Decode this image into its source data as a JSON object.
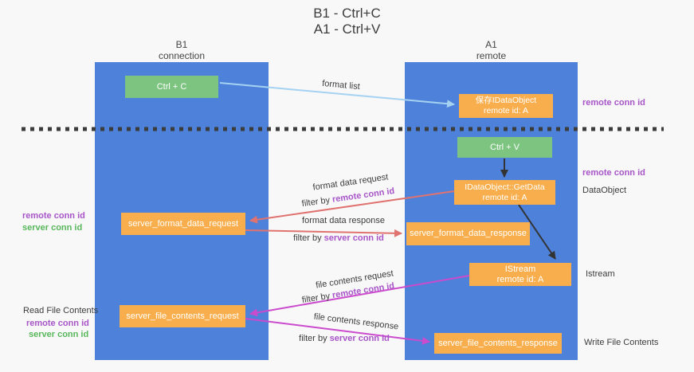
{
  "title": {
    "line1": "B1 - Ctrl+C",
    "line2": "A1 - Ctrl+V"
  },
  "lanes": {
    "left": {
      "heading": "B1",
      "subheading": "connection"
    },
    "right": {
      "heading": "A1",
      "subheading": "remote"
    }
  },
  "boxes": {
    "ctrl_c": {
      "label": "Ctrl + C"
    },
    "ctrl_v": {
      "label": "Ctrl + V"
    },
    "save_dataobject": {
      "line1": "保存IDataObject",
      "line2": "remote id: A"
    },
    "getdata": {
      "line1": "IDataObject::GetData",
      "line2": "remote id: A"
    },
    "istream_obj": {
      "line1": "IStream",
      "line2": "remote id: A"
    },
    "server_format_data_request": {
      "label": "server_format_data_request"
    },
    "server_format_data_response": {
      "label": "server_format_data_response"
    },
    "server_file_contents_request": {
      "label": "server_file_contents_request"
    },
    "server_file_contents_response": {
      "label": "server_file_contents_response"
    }
  },
  "annotations": {
    "right": {
      "remote_conn_id_top": "remote conn id",
      "remote_conn_id_mid": "remote conn id",
      "dataobject": "DataObject",
      "istream": "Istream",
      "write_file_contents": "Write File Contents"
    },
    "left": {
      "remote_conn_id_mid": "remote conn id",
      "server_conn_id_mid": "server conn id",
      "read_file_contents": "Read File Contents",
      "remote_conn_id_bottom": "remote conn id",
      "server_conn_id_bottom": "server conn id"
    }
  },
  "messages": {
    "format_list": "format list",
    "format_data_request": "format data request",
    "format_data_request_filter": {
      "prefix": "filter by ",
      "id": "remote conn id"
    },
    "format_data_response": "format data response",
    "format_data_response_filter": {
      "prefix": "filter by ",
      "id": "server conn id"
    },
    "file_contents_request": "file contents request",
    "file_contents_request_filter": {
      "prefix": "filter by ",
      "id": "remote conn id"
    },
    "file_contents_response": "file contents response",
    "file_contents_response_filter": {
      "prefix": "filter by ",
      "id": "server conn id"
    }
  },
  "colors": {
    "background": "#f8f8f9",
    "lane_blue": "#4d81da",
    "box_green": "#7dc480",
    "box_orange": "#f8ae4c",
    "arrow_blue": "#a5d2f1",
    "arrow_salmon": "#e0736f",
    "arrow_magenta": "#cb4bcd",
    "arrow_black": "#333333",
    "text_purple": "#a855c8",
    "text_green": "#58b75a",
    "text_dark": "#3c3c3c"
  }
}
